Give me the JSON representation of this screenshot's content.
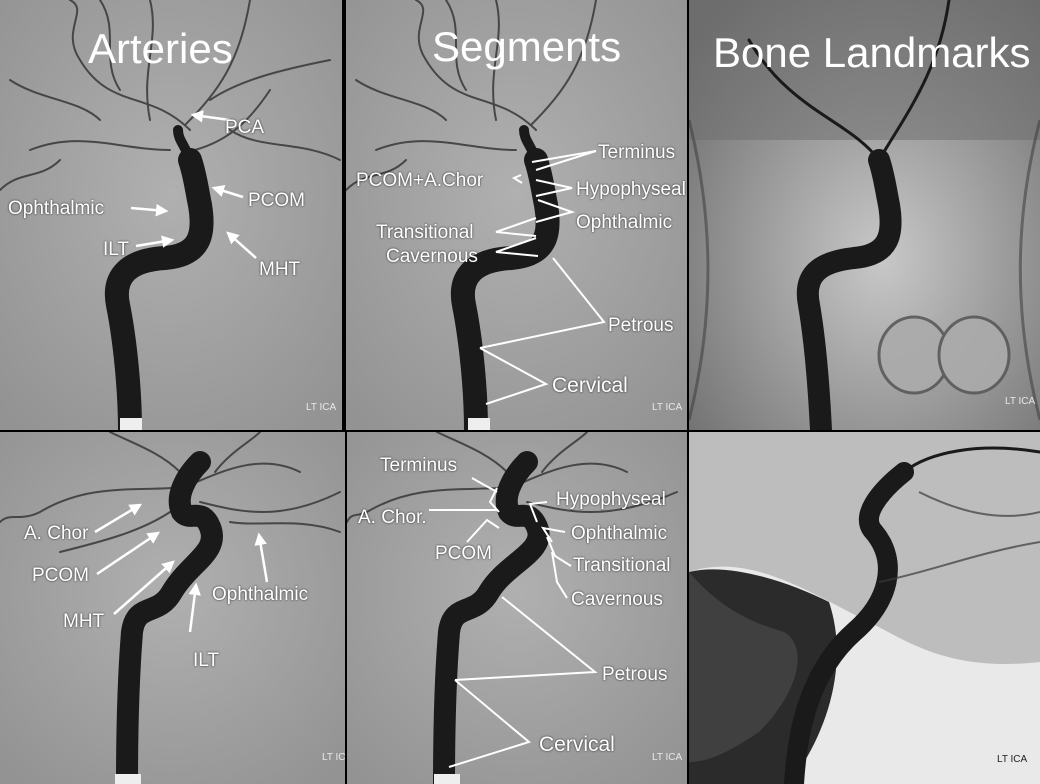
{
  "colors": {
    "film_bg": "#a5a5a5",
    "vessel": "#151515",
    "annotation": "#ffffff"
  },
  "titles": {
    "arteries": "Arteries",
    "segments": "Segments",
    "bone": "Bone Landmarks"
  },
  "watermark": {
    "full": "LT ICA",
    "cut": "LT IC"
  },
  "arteries_top": {
    "pca": "PCA",
    "pcom": "PCOM",
    "ophthalmic": "Ophthalmic",
    "ilt": "ILT",
    "mht": "MHT"
  },
  "segments_top": {
    "terminus": "Terminus",
    "pcom_achor": "PCOM+A.Chor",
    "hypophyseal": "Hypophyseal",
    "ophthalmic": "Ophthalmic",
    "transitional": "Transitional",
    "cavernous": "Cavernous",
    "petrous": "Petrous",
    "cervical": "Cervical"
  },
  "arteries_bottom": {
    "achor": "A. Chor",
    "pcom": "PCOM",
    "mht": "MHT",
    "ophthalmic": "Ophthalmic",
    "ilt": "ILT"
  },
  "segments_bottom": {
    "terminus": "Terminus",
    "achor": "A. Chor.",
    "pcom": "PCOM",
    "hypophyseal": "Hypophyseal",
    "ophthalmic": "Ophthalmic",
    "transitional": "Transitional",
    "cavernous": "Cavernous",
    "petrous": "Petrous",
    "cervical": "Cervical"
  }
}
